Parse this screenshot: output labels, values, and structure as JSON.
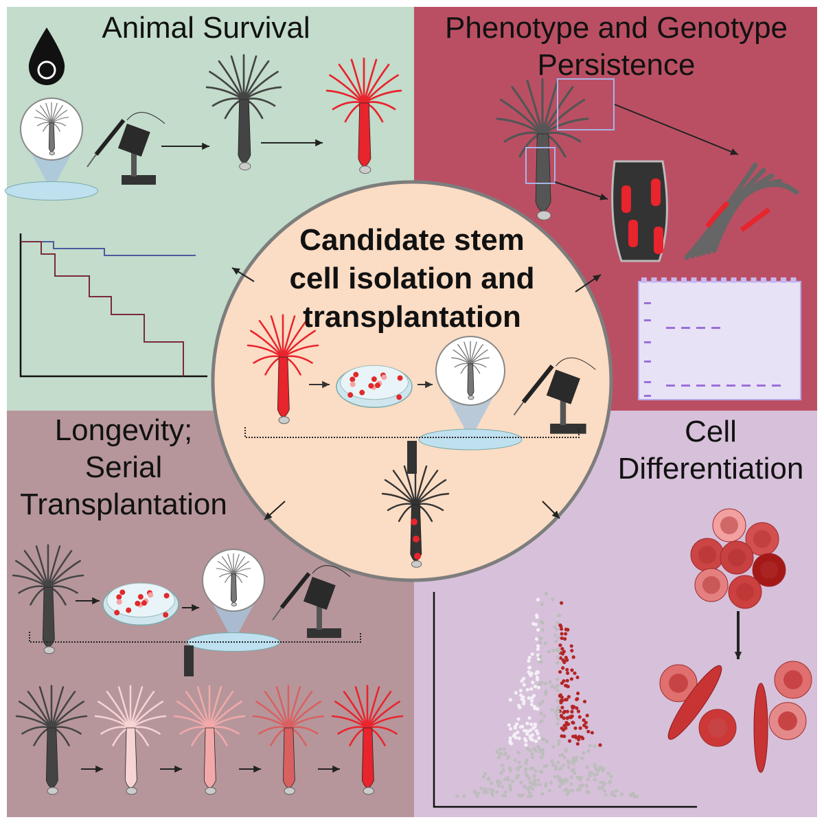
{
  "panels": {
    "survival": {
      "title": "Animal Survival",
      "bg": "#c3dccb"
    },
    "persistence": {
      "title_line1": "Phenotype and Genotype",
      "title_line2": "Persistence",
      "bg": "#ba4f63"
    },
    "longevity": {
      "title_line1": "Longevity;",
      "title_line2": "Serial",
      "title_line3": "Transplantation",
      "bg": "#b6969b"
    },
    "differentiation": {
      "title_line1": "Cell",
      "title_line2": "Differentiation",
      "bg": "#d7c0da"
    }
  },
  "center": {
    "title_line1": "Candidate stem",
    "title_line2": "cell isolation and",
    "title_line3": "transplantation",
    "bg": "#fbdcc4",
    "border": "#7d7d7d"
  },
  "colors": {
    "red": "#e8242c",
    "dark": "#333333",
    "blue_line": "#4a5aa0",
    "red_line": "#7a2a3a",
    "gel": "#e7e2f6",
    "band": "#9b6fd9"
  },
  "icons": [
    "biohazard-icon",
    "petri-dish-icon",
    "microinjector-icon",
    "hydra-icon",
    "arrow-icon",
    "red-blood-cell-icon"
  ]
}
